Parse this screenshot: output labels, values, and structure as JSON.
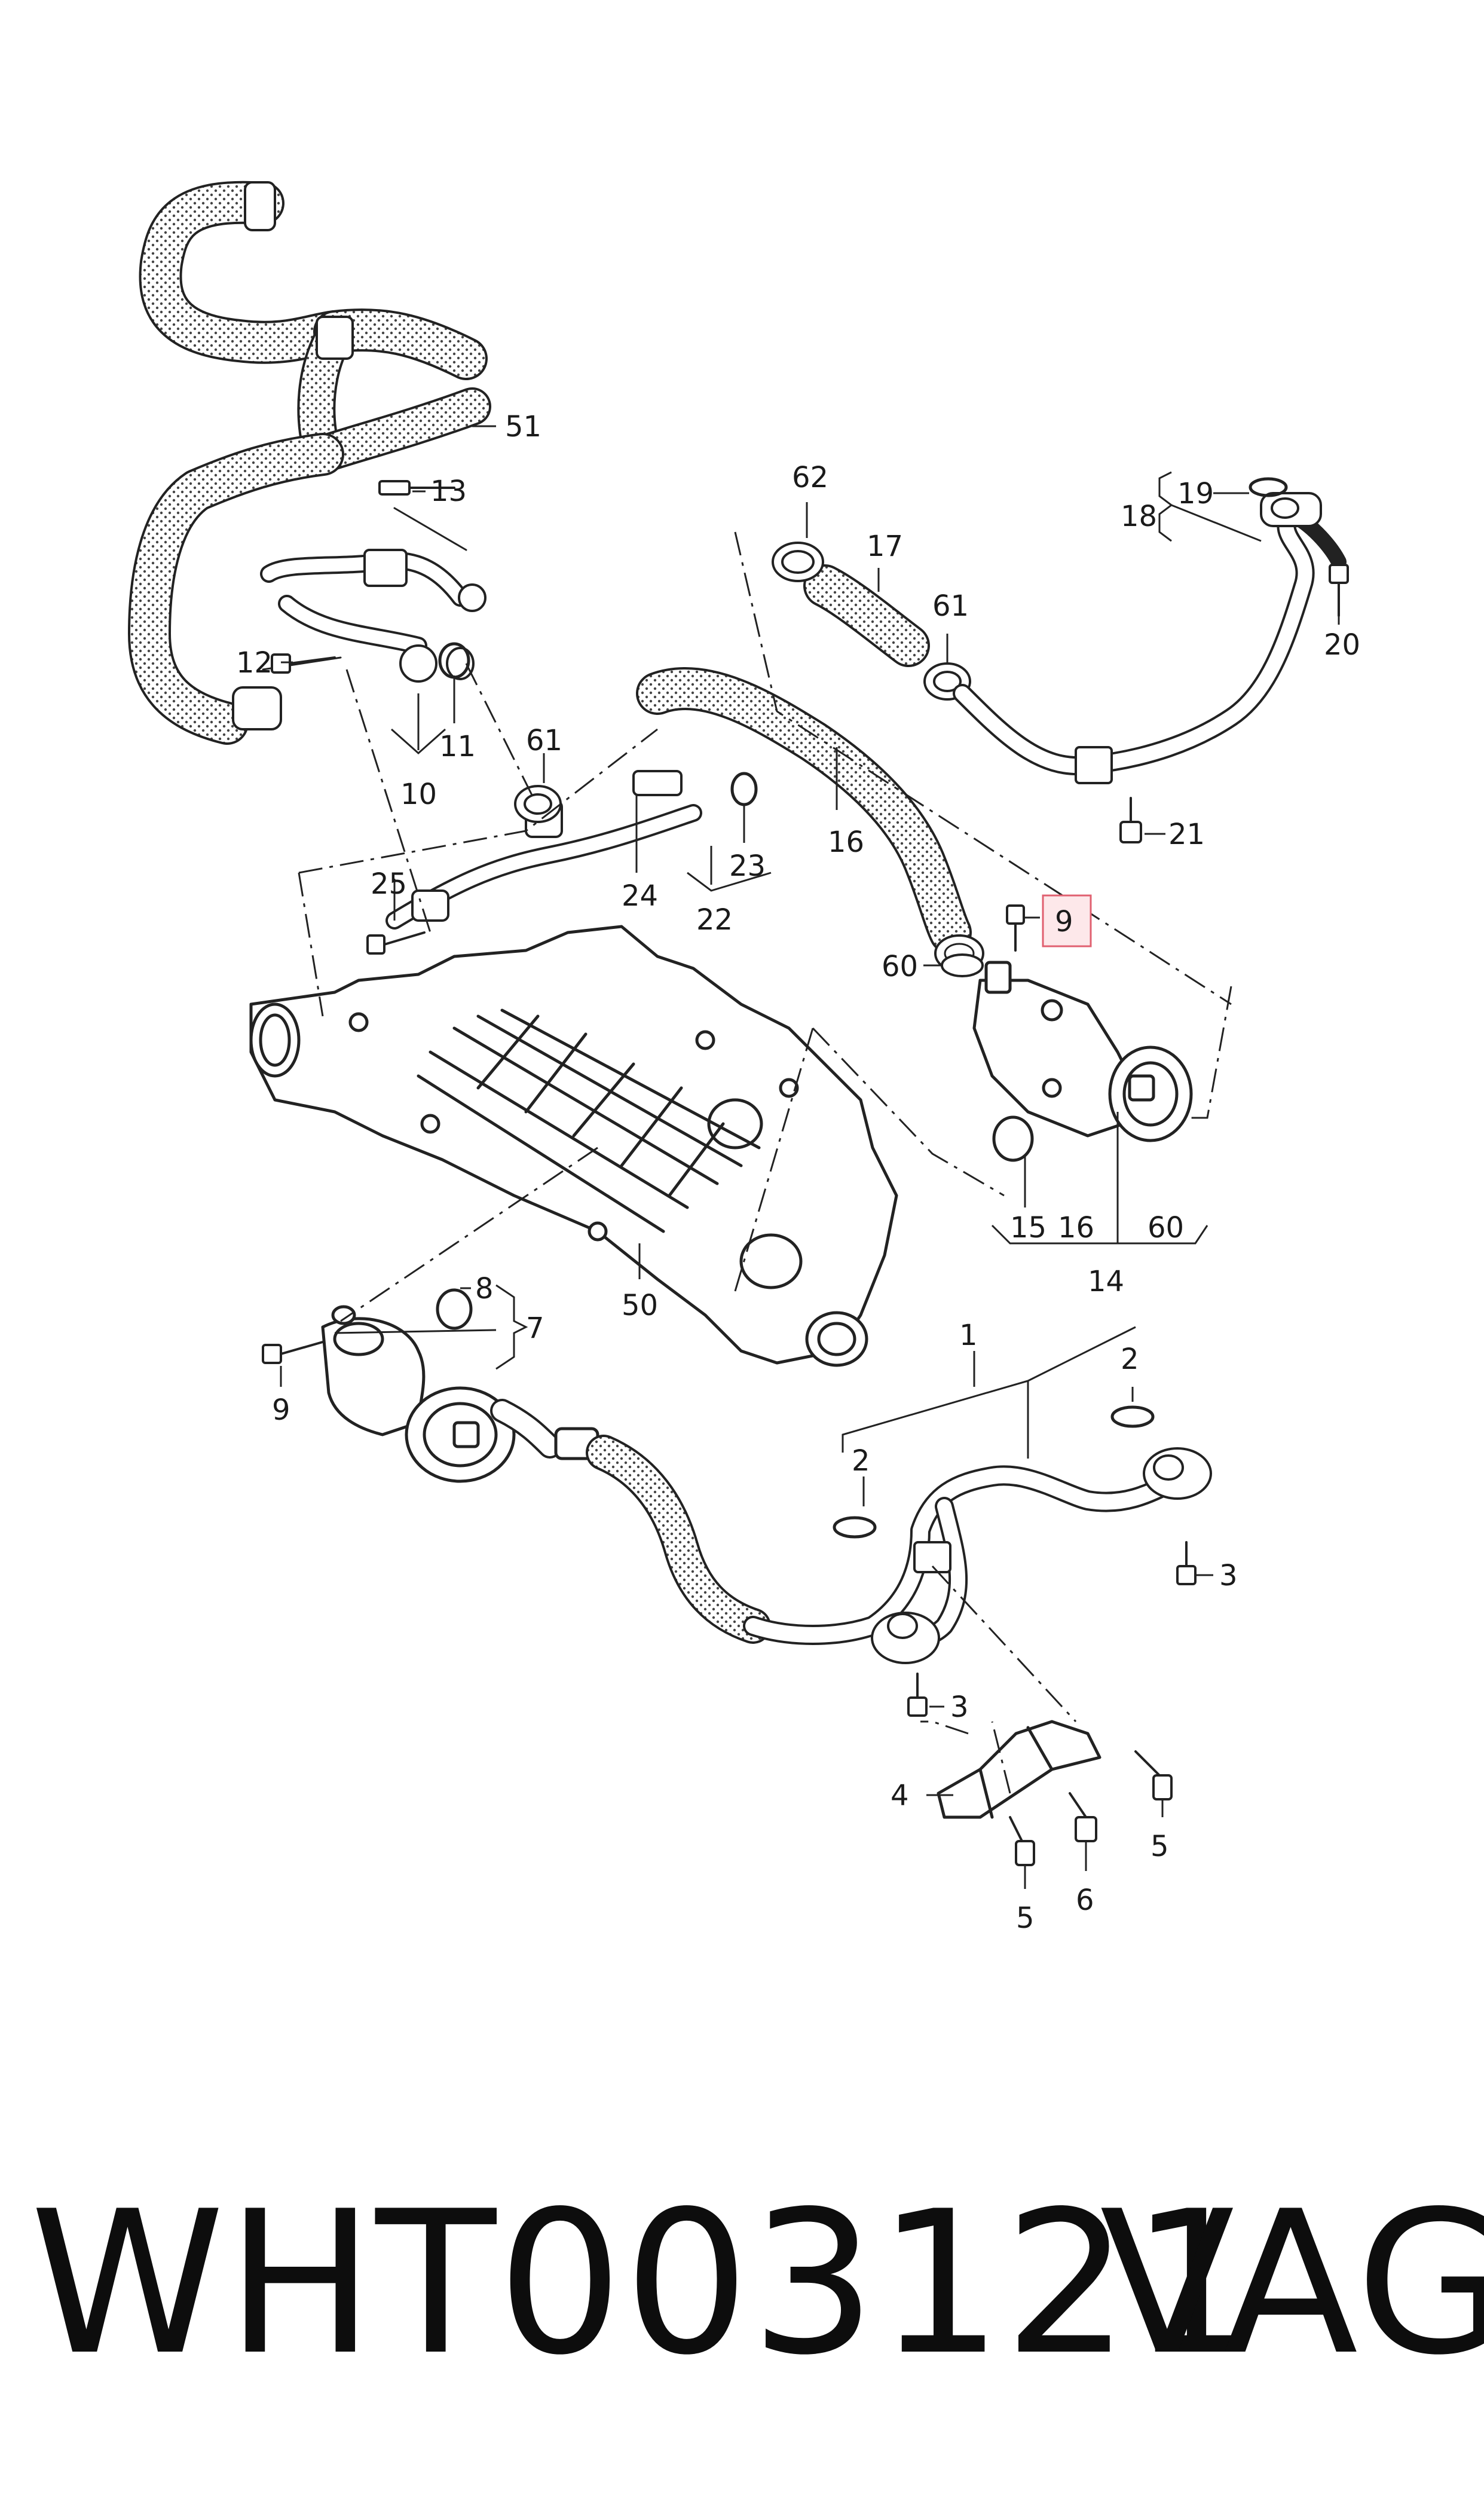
{
  "colors": {
    "line": "#222222",
    "highlight": "#e06070",
    "highlight_fill": "#fde8ea"
  },
  "highlighted_callout": "9",
  "callouts": [
    {
      "id": "c1",
      "text": "1"
    },
    {
      "id": "c2a",
      "text": "2"
    },
    {
      "id": "c2b",
      "text": "2"
    },
    {
      "id": "c3a",
      "text": "3"
    },
    {
      "id": "c3b",
      "text": "3"
    },
    {
      "id": "c4",
      "text": "4"
    },
    {
      "id": "c5a",
      "text": "5"
    },
    {
      "id": "c5b",
      "text": "5"
    },
    {
      "id": "c6",
      "text": "6"
    },
    {
      "id": "c7",
      "text": "7"
    },
    {
      "id": "c8",
      "text": "8"
    },
    {
      "id": "c9a",
      "text": "9"
    },
    {
      "id": "c9b",
      "text": "9"
    },
    {
      "id": "c10",
      "text": "10"
    },
    {
      "id": "c11",
      "text": "11"
    },
    {
      "id": "c12",
      "text": "12"
    },
    {
      "id": "c13",
      "text": "13"
    },
    {
      "id": "c14",
      "text": "14"
    },
    {
      "id": "c15",
      "text": "15"
    },
    {
      "id": "c16a",
      "text": "16"
    },
    {
      "id": "c16b",
      "text": "16"
    },
    {
      "id": "c17",
      "text": "17"
    },
    {
      "id": "c18",
      "text": "18"
    },
    {
      "id": "c19",
      "text": "19"
    },
    {
      "id": "c20",
      "text": "20"
    },
    {
      "id": "c21",
      "text": "21"
    },
    {
      "id": "c22",
      "text": "22"
    },
    {
      "id": "c23",
      "text": "23"
    },
    {
      "id": "c24",
      "text": "24"
    },
    {
      "id": "c25",
      "text": "25"
    },
    {
      "id": "c50",
      "text": "50"
    },
    {
      "id": "c51",
      "text": "51"
    },
    {
      "id": "c60a",
      "text": "60"
    },
    {
      "id": "c60b",
      "text": "60"
    },
    {
      "id": "c61a",
      "text": "61"
    },
    {
      "id": "c61b",
      "text": "61"
    },
    {
      "id": "c62",
      "text": "62"
    }
  ],
  "footer": {
    "part_number": "WHT003121",
    "brand": "VAG"
  }
}
